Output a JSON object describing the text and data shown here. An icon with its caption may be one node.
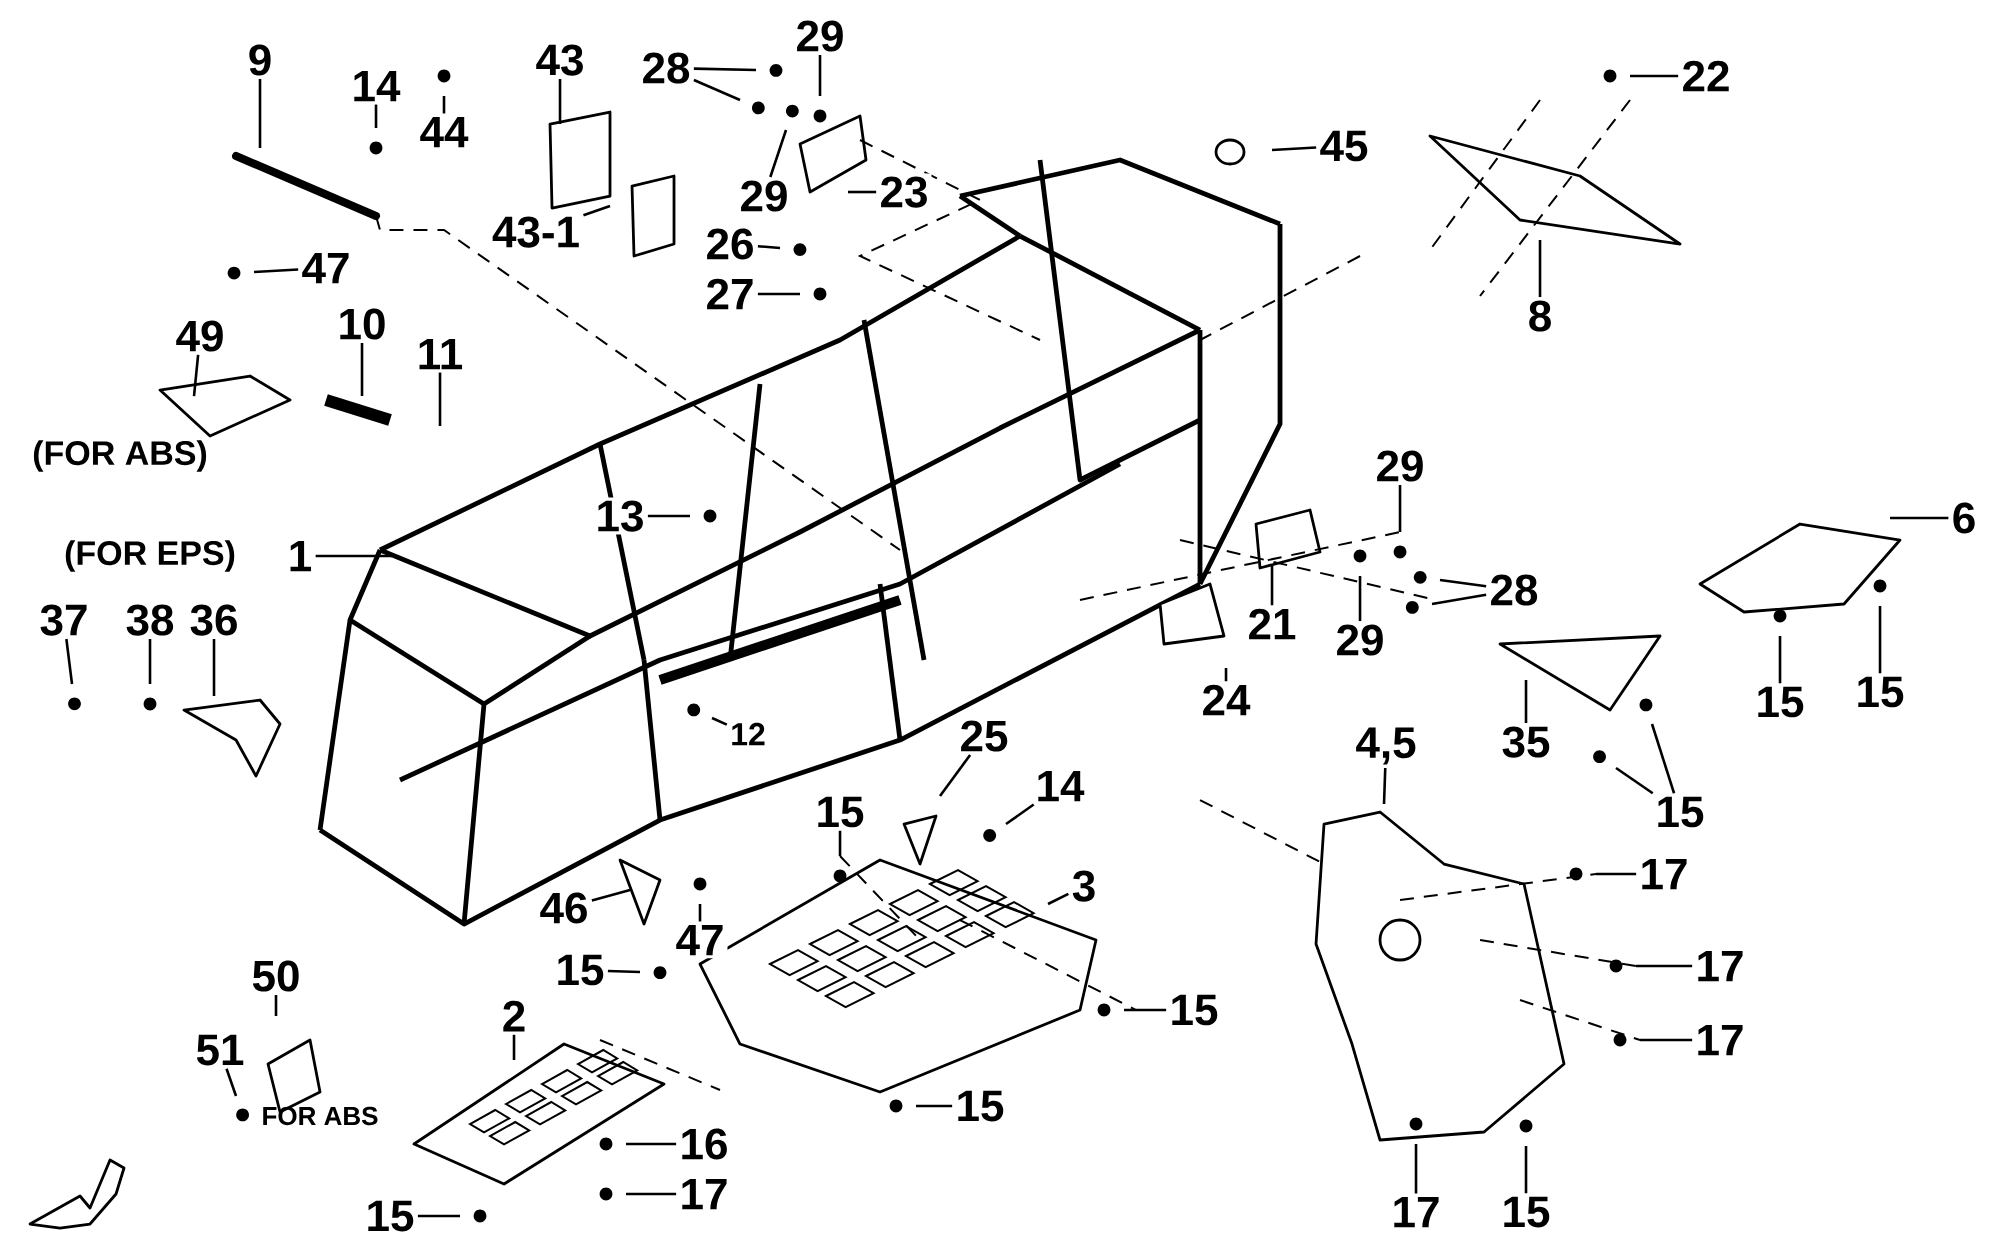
{
  "diagram": {
    "nodes": [
      {
        "text": [
          "9"
        ]
      },
      {
        "text": [
          "14"
        ]
      },
      {
        "text": [
          "44"
        ]
      },
      {
        "text": [
          "43"
        ]
      },
      {
        "text": [
          "43-1"
        ]
      },
      {
        "text": [
          "28"
        ]
      },
      {
        "text": [
          "29"
        ]
      },
      {
        "text": [
          "29"
        ]
      },
      {
        "text": [
          "23"
        ]
      },
      {
        "text": [
          "26"
        ]
      },
      {
        "text": [
          "27"
        ]
      },
      {
        "text": [
          "22"
        ]
      },
      {
        "text": [
          "45"
        ]
      },
      {
        "text": [
          "8"
        ]
      },
      {
        "text": [
          "47"
        ]
      },
      {
        "text": [
          "49"
        ]
      },
      {
        "text": [
          "10"
        ]
      },
      {
        "text": [
          "11"
        ]
      },
      {
        "text": [
          "1"
        ]
      },
      {
        "text": [
          "13"
        ]
      },
      {
        "text": [
          "29"
        ]
      },
      {
        "text": [
          "28"
        ]
      },
      {
        "text": [
          "21"
        ]
      },
      {
        "text": [
          "29"
        ]
      },
      {
        "text": [
          "6"
        ]
      },
      {
        "text": [
          "37"
        ]
      },
      {
        "text": [
          "38"
        ]
      },
      {
        "text": [
          "36"
        ]
      },
      {
        "text": [
          "12"
        ]
      },
      {
        "text": [
          "24"
        ]
      },
      {
        "text": [
          "15"
        ]
      },
      {
        "text": [
          "15"
        ]
      },
      {
        "text": [
          "35"
        ]
      },
      {
        "text": [
          "15"
        ]
      },
      {
        "text": [
          "4,5"
        ]
      },
      {
        "text": [
          "25"
        ]
      },
      {
        "text": [
          "14"
        ]
      },
      {
        "text": [
          "15"
        ]
      },
      {
        "text": [
          "3"
        ]
      },
      {
        "text": [
          "17"
        ]
      },
      {
        "text": [
          "46"
        ]
      },
      {
        "text": [
          "47"
        ]
      },
      {
        "text": [
          "17"
        ]
      },
      {
        "text": [
          "15"
        ]
      },
      {
        "text": [
          "50"
        ]
      },
      {
        "text": [
          "15"
        ]
      },
      {
        "text": [
          "2"
        ]
      },
      {
        "text": [
          "17"
        ]
      },
      {
        "text": [
          "51"
        ]
      },
      {
        "text": [
          "15"
        ]
      },
      {
        "text": [
          "16"
        ]
      },
      {
        "text": [
          "17"
        ]
      },
      {
        "text": [
          "15"
        ]
      },
      {
        "text": [
          "17"
        ]
      },
      {
        "text": [
          "15"
        ]
      }
    ],
    "edges": [
      {
        "from": 0,
        "to": null,
        "arrow": "none"
      },
      {
        "from": 1,
        "to": null,
        "arrow": "none"
      },
      {
        "from": 2,
        "to": null,
        "arrow": "none"
      },
      {
        "from": 3,
        "to": null,
        "arrow": "none"
      },
      {
        "from": 4,
        "to": null,
        "arrow": "none"
      },
      {
        "from": 5,
        "to": null,
        "arrow": "none"
      },
      {
        "from": 5,
        "to": null,
        "arrow": "none"
      },
      {
        "from": 6,
        "to": null,
        "arrow": "none"
      },
      {
        "from": 7,
        "to": null,
        "arrow": "none"
      },
      {
        "from": 8,
        "to": null,
        "arrow": "none"
      },
      {
        "from": 9,
        "to": null,
        "arrow": "none"
      },
      {
        "from": 10,
        "to": null,
        "arrow": "none"
      },
      {
        "from": 11,
        "to": null,
        "arrow": "none"
      },
      {
        "from": 12,
        "to": null,
        "arrow": "none"
      },
      {
        "from": 13,
        "to": null,
        "arrow": "none"
      },
      {
        "from": 14,
        "to": null,
        "arrow": "none"
      },
      {
        "from": 15,
        "to": null,
        "arrow": "none"
      },
      {
        "from": 16,
        "to": null,
        "arrow": "none"
      },
      {
        "from": 17,
        "to": null,
        "arrow": "none"
      },
      {
        "from": 18,
        "to": null,
        "arrow": "none"
      },
      {
        "from": 19,
        "to": null,
        "arrow": "none"
      },
      {
        "from": 20,
        "to": null,
        "arrow": "none"
      },
      {
        "from": 21,
        "to": null,
        "arrow": "none"
      },
      {
        "from": 21,
        "to": null,
        "arrow": "none"
      },
      {
        "from": 22,
        "to": null,
        "arrow": "none"
      },
      {
        "from": 23,
        "to": null,
        "arrow": "none"
      },
      {
        "from": 24,
        "to": null,
        "arrow": "none"
      },
      {
        "from": 25,
        "to": null,
        "arrow": "none"
      },
      {
        "from": 26,
        "to": null,
        "arrow": "none"
      },
      {
        "from": 27,
        "to": null,
        "arrow": "none"
      },
      {
        "from": 28,
        "to": null,
        "arrow": "none"
      },
      {
        "from": 29,
        "to": null,
        "arrow": "none"
      },
      {
        "from": 30,
        "to": null,
        "arrow": "none"
      },
      {
        "from": 31,
        "to": null,
        "arrow": "none"
      },
      {
        "from": 32,
        "to": null,
        "arrow": "none"
      },
      {
        "from": 33,
        "to": null,
        "arrow": "none"
      },
      {
        "from": 33,
        "to": null,
        "arrow": "none"
      },
      {
        "from": 34,
        "to": null,
        "arrow": "none"
      },
      {
        "from": 35,
        "to": null,
        "arrow": "none"
      },
      {
        "from": 36,
        "to": null,
        "arrow": "none"
      },
      {
        "from": 37,
        "to": null,
        "arrow": "none"
      },
      {
        "from": 38,
        "to": null,
        "arrow": "none"
      },
      {
        "from": 39,
        "to": null,
        "arrow": "none"
      },
      {
        "from": 40,
        "to": null,
        "arrow": "none"
      },
      {
        "from": 41,
        "to": null,
        "arrow": "none"
      },
      {
        "from": 42,
        "to": null,
        "arrow": "none"
      },
      {
        "from": 43,
        "to": null,
        "arrow": "none"
      },
      {
        "from": 44,
        "to": null,
        "arrow": "none"
      },
      {
        "from": 45,
        "to": null,
        "arrow": "none"
      },
      {
        "from": 46,
        "to": null,
        "arrow": "none"
      },
      {
        "from": 47,
        "to": null,
        "arrow": "none"
      },
      {
        "from": 48,
        "to": null,
        "arrow": "none"
      },
      {
        "from": 49,
        "to": null,
        "arrow": "none"
      },
      {
        "from": 50,
        "to": null,
        "arrow": "none"
      },
      {
        "from": 51,
        "to": null,
        "arrow": "none"
      },
      {
        "from": 52,
        "to": null,
        "arrow": "none"
      },
      {
        "from": 53,
        "to": null,
        "arrow": "none"
      },
      {
        "from": 54,
        "to": null,
        "arrow": "none"
      }
    ],
    "labels": [
      "(FOR ABS)",
      "(FOR EPS)",
      "FOR ABS"
    ]
  }
}
